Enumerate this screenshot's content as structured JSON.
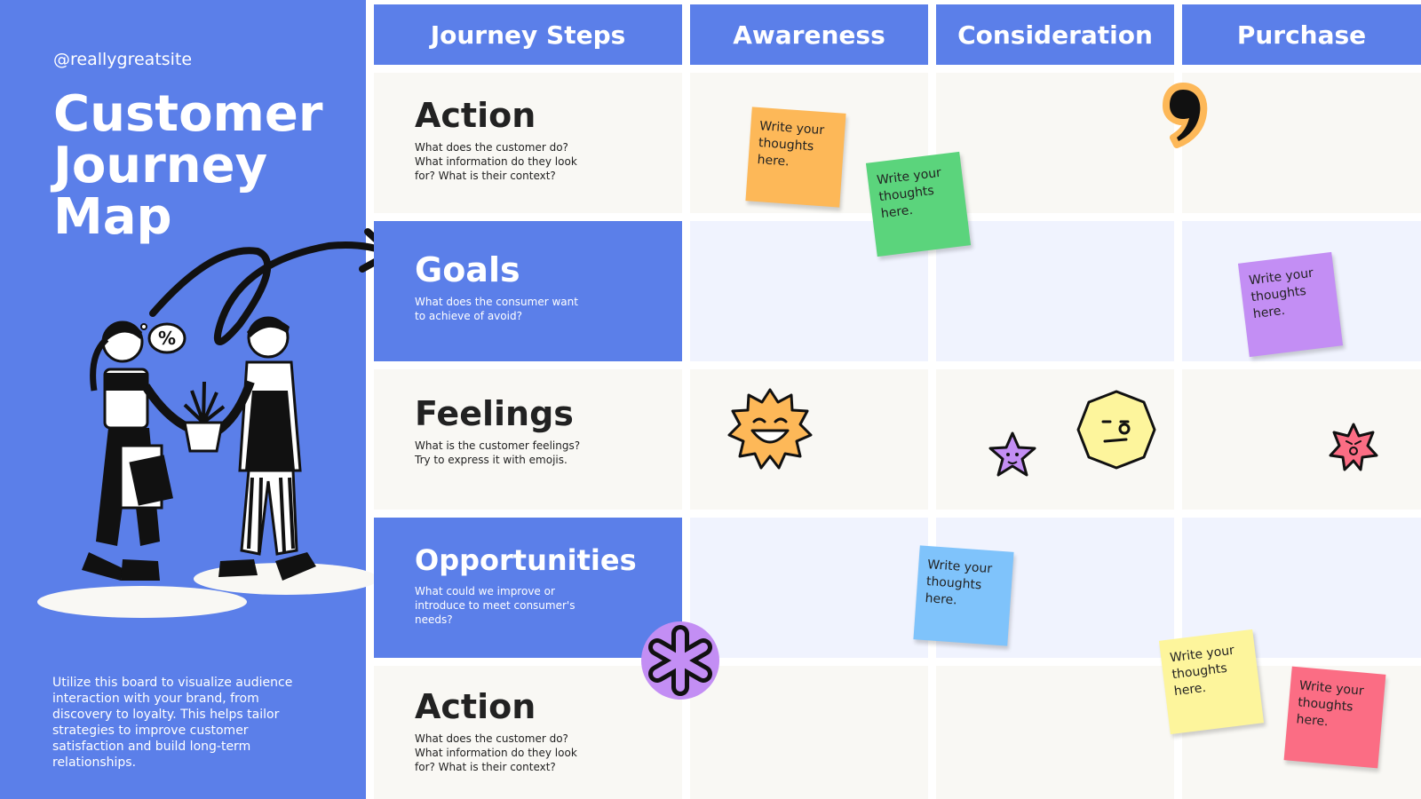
{
  "sidebar": {
    "handle": "@reallygreatsite",
    "title": "Customer Journey Map",
    "description": "Utilize this board to visualize audience interaction with your brand, from discovery to loyalty. This helps tailor strategies to improve customer satisfaction and build long-term relationships."
  },
  "columns": {
    "steps": "Journey Steps",
    "awareness": "Awareness",
    "consideration": "Consideration",
    "purchase": "Purchase"
  },
  "rows": {
    "action1": {
      "title": "Action",
      "desc": "What does the customer do? What information do they look for? What is their context?"
    },
    "goals": {
      "title": "Goals",
      "desc": "What does the consumer want to achieve of avoid?"
    },
    "feelings": {
      "title": "Feelings",
      "desc": "What is the customer feelings? Try to express it with emojis."
    },
    "opportunities": {
      "title": "Opportunities",
      "desc": "What could we improve or introduce to meet consumer's needs?"
    },
    "action2": {
      "title": "Action",
      "desc": "What does the customer do? What information do they look for? What is their context?"
    }
  },
  "note_text": "Write your thoughts here.",
  "icons": {
    "arrow": "curly-arrow-icon",
    "comma": "comma-sticker-icon",
    "asterisk": "asterisk-sticker-icon",
    "sun": "smiling-sun-emoji-icon",
    "star": "star-emoji-icon",
    "hexagon": "confused-hexagon-emoji-icon",
    "angry": "angry-star-emoji-icon",
    "percent": "percent-speech-bubble-icon"
  },
  "colors": {
    "brand_blue": "#5b7fe9",
    "note_orange": "#fdb858",
    "note_green": "#5bd47c",
    "note_purple": "#c38ef4",
    "note_blue": "#7fc3fb",
    "note_yellow": "#fdf59c",
    "note_pink": "#fb6d84"
  }
}
